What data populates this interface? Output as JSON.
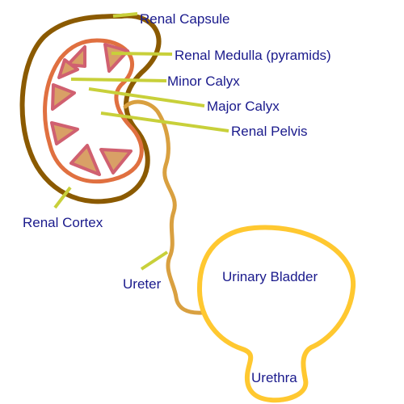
{
  "labels": {
    "renal_capsule": "Renal Capsule",
    "renal_medulla": "Renal Medulla (pyramids)",
    "minor_calyx": "Minor Calyx",
    "major_calyx": "Major Calyx",
    "renal_pelvis": "Renal Pelvis",
    "renal_cortex": "Renal Cortex",
    "ureter": "Ureter",
    "urinary_bladder": "Urinary Bladder",
    "urethra": "Urethra"
  },
  "colors": {
    "capsule": "#8B5A00",
    "cortex_outline": "#E07040",
    "pyramid_fill": "#D9A066",
    "pyramid_stroke": "#D06070",
    "ureter": "#D9A040",
    "bladder": "#FFC830",
    "leader_line": "#C8D03A",
    "label_text": "#1a1a8c"
  }
}
